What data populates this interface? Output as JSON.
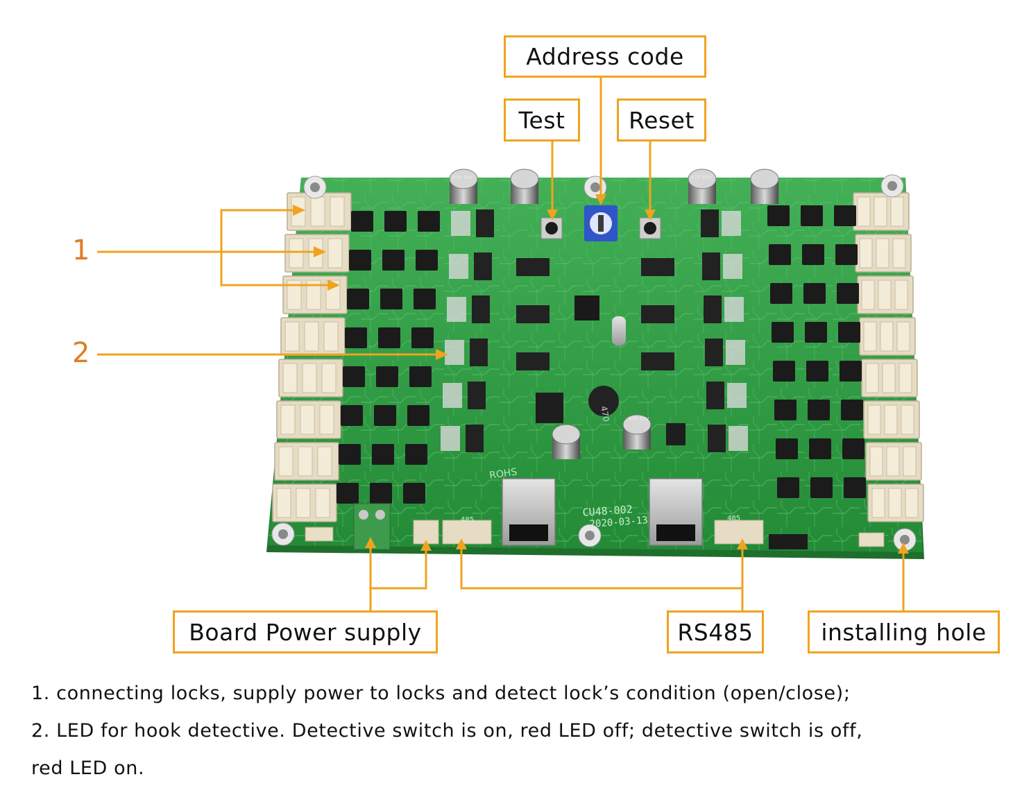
{
  "labels": {
    "address_code": "Address code",
    "test": "Test",
    "reset": "Reset",
    "board_power_supply": "Board Power supply",
    "rs485": "RS485",
    "installing_hole": "installing hole",
    "marker_1": "1",
    "marker_2": "2"
  },
  "board_markings": {
    "rohs": "ROHS",
    "model": "CU48-002",
    "date": "2020-03-13",
    "cap_rating": "470 35V",
    "inductor": "470",
    "port_485_left": "485",
    "port_485_right": "485"
  },
  "captions": {
    "line1": "1. connecting locks, supply power to locks and detect lock’s condition (open/close);",
    "line2": "2. LED for hook detective. Detective switch is on, red LED off; detective switch is off,",
    "line3": "red LED on."
  },
  "colors": {
    "accent_orange": "#f0a31e",
    "marker_orange": "#e07c25",
    "pcb_green": "#2f9a44",
    "connector_beige": "#e6dcc4",
    "terminal_green": "#3f9b4c",
    "address_switch_blue": "#2f55c8"
  }
}
